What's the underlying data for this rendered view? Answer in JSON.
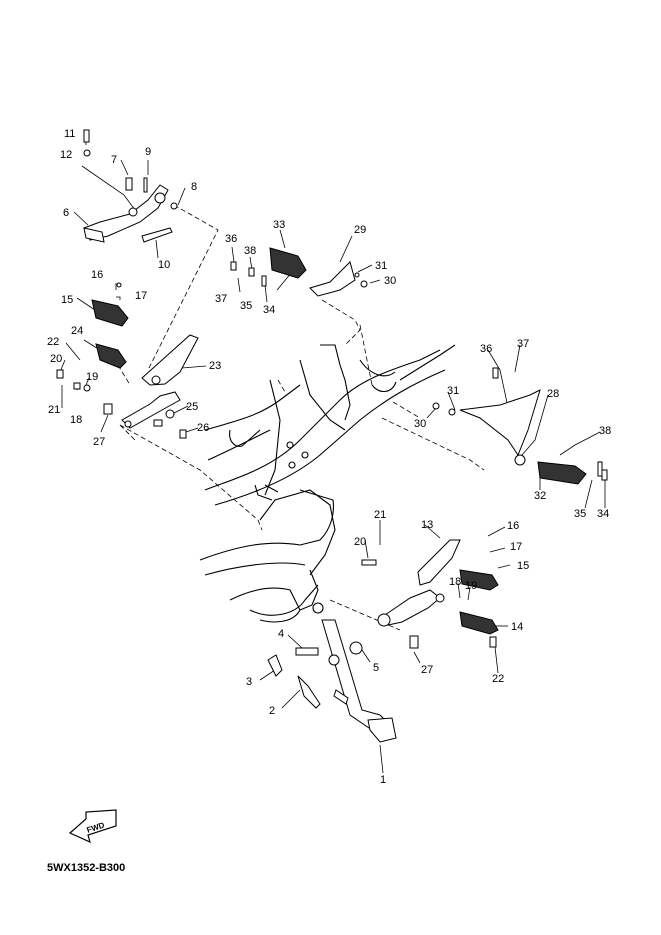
{
  "callouts": {
    "c11": "11",
    "c12": "12",
    "c9": "9",
    "c7": "7",
    "c8": "8",
    "c6": "6",
    "c10": "10",
    "c33": "33",
    "c29": "29",
    "c36a": "36",
    "c38a": "38",
    "c31a": "31",
    "c30a": "30",
    "c37a": "37",
    "c35a": "35",
    "c34a": "34",
    "c16a": "16",
    "c17a": "17",
    "c15a": "15",
    "c24": "24",
    "c22a": "22",
    "c20a": "20",
    "c19a": "19",
    "c21a": "21",
    "c18a": "18",
    "c23": "23",
    "c25": "25",
    "c27a": "27",
    "c26": "26",
    "c36b": "36",
    "c37b": "37",
    "c31b": "31",
    "c28": "28",
    "c30b": "30",
    "c38b": "38",
    "c32": "32",
    "c35b": "35",
    "c34b": "34",
    "c21b": "21",
    "c13": "13",
    "c16b": "16",
    "c20b": "20",
    "c17b": "17",
    "c15b": "15",
    "c18b": "18",
    "c19b": "19",
    "c14": "14",
    "c27b": "27",
    "c22b": "22",
    "c4": "4",
    "c5": "5",
    "c3": "3",
    "c2": "2",
    "c1": "1"
  },
  "fwd_label": "FWD",
  "diagram_code": "5WX1352-B300"
}
